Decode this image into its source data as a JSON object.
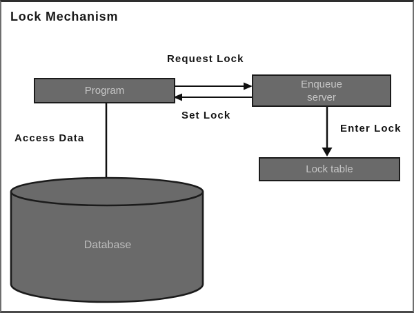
{
  "diagram": {
    "title": "Lock Mechanism",
    "nodes": {
      "program": {
        "label": "Program"
      },
      "enqueue_server": {
        "label": "Enqueue server"
      },
      "lock_table": {
        "label": "Lock table"
      },
      "database": {
        "label": "Database"
      }
    },
    "edges": {
      "request_lock": {
        "label": "Request Lock",
        "from": "program",
        "to": "enqueue_server",
        "direction": "right"
      },
      "set_lock": {
        "label": "Set Lock",
        "from": "enqueue_server",
        "to": "program",
        "direction": "left"
      },
      "enter_lock": {
        "label": "Enter Lock",
        "from": "enqueue_server",
        "to": "lock_table",
        "direction": "down"
      },
      "access_data": {
        "label": "Access Data",
        "from": "program",
        "to": "database",
        "direction": "none"
      }
    },
    "colors": {
      "node_fill": "#6a6a6a",
      "node_border": "#1b1b1b",
      "node_text": "#c6c6c6",
      "label_text": "#141414",
      "line_color": "#101010",
      "frame_border": "#6e6e6e",
      "background": "#ffffff"
    }
  }
}
